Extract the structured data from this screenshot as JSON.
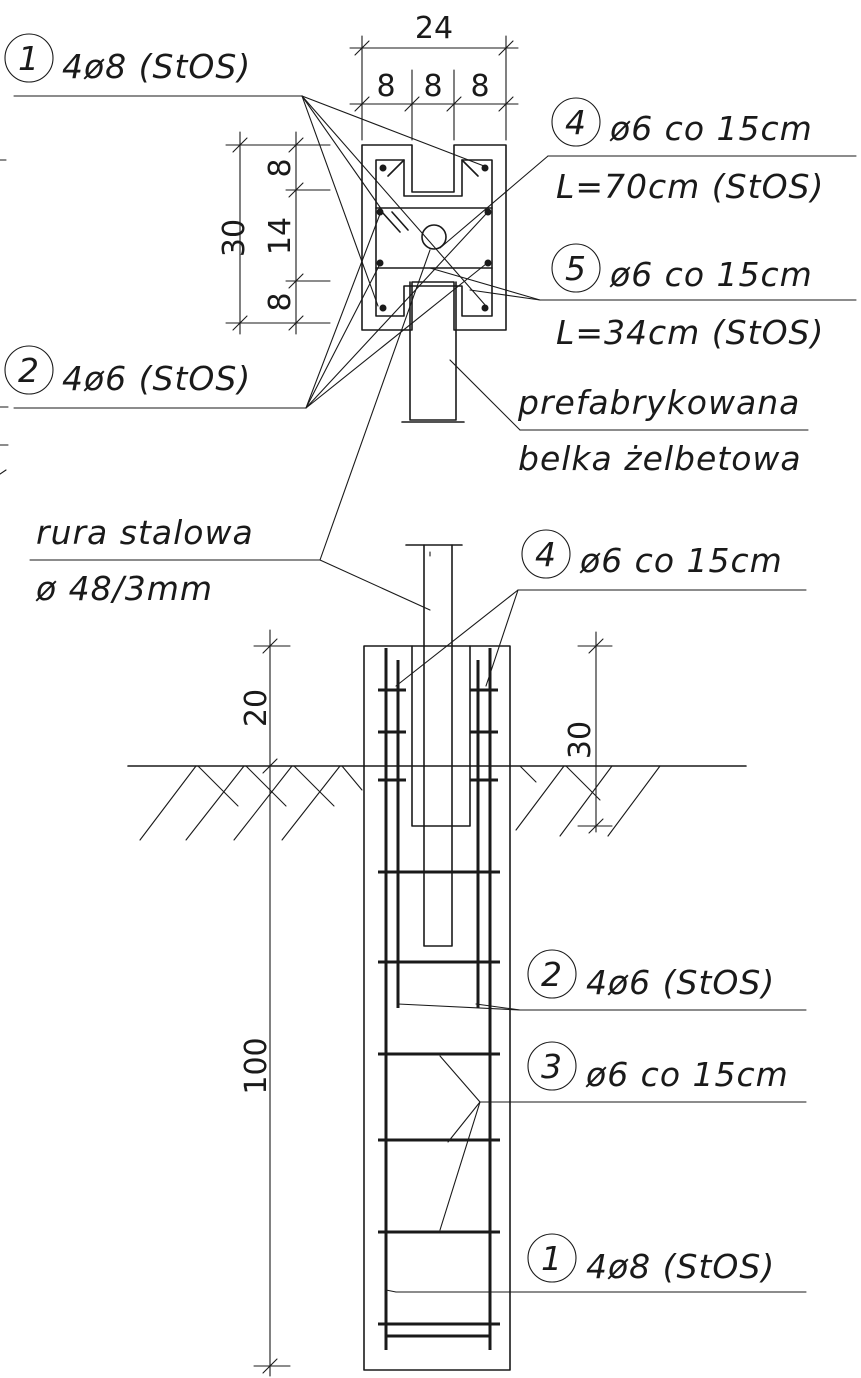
{
  "labels": {
    "top_bar_1": {
      "number": "1",
      "text": "4ø8 (StOS)"
    },
    "top_bar_2": {
      "number": "2",
      "text": "4ø6 (StOS)"
    },
    "stirrup_4_top": {
      "number": "4",
      "line1": "ø6 co 15cm",
      "line2": "L=70cm (StOS)"
    },
    "stirrup_5": {
      "number": "5",
      "line1": "ø6 co 15cm",
      "line2": "L=34cm (StOS)"
    },
    "beam": {
      "line1": "prefabrykowana",
      "line2": "belka żelbetowa"
    },
    "pipe": {
      "line1": "rura stalowa",
      "line2": "ø 48/3mm"
    },
    "stirrup_4_bottom": {
      "number": "4",
      "text": "ø6 co 15cm"
    },
    "bottom_bar_2": {
      "number": "2",
      "text": "4ø6 (StOS)"
    },
    "stirrup_3": {
      "number": "3",
      "text": "ø6 co 15cm"
    },
    "bottom_bar_1": {
      "number": "1",
      "text": "4ø8 (StOS)"
    }
  },
  "dimensions": {
    "top_width_total": "24",
    "top_width_left": "8",
    "top_width_mid": "8",
    "top_width_right": "8",
    "section_height_total": "30",
    "section_height_top": "8",
    "section_height_mid": "14",
    "section_height_bottom": "8",
    "embed_above_ground": "20",
    "pipe_embed": "30",
    "foundation_depth": "100"
  }
}
